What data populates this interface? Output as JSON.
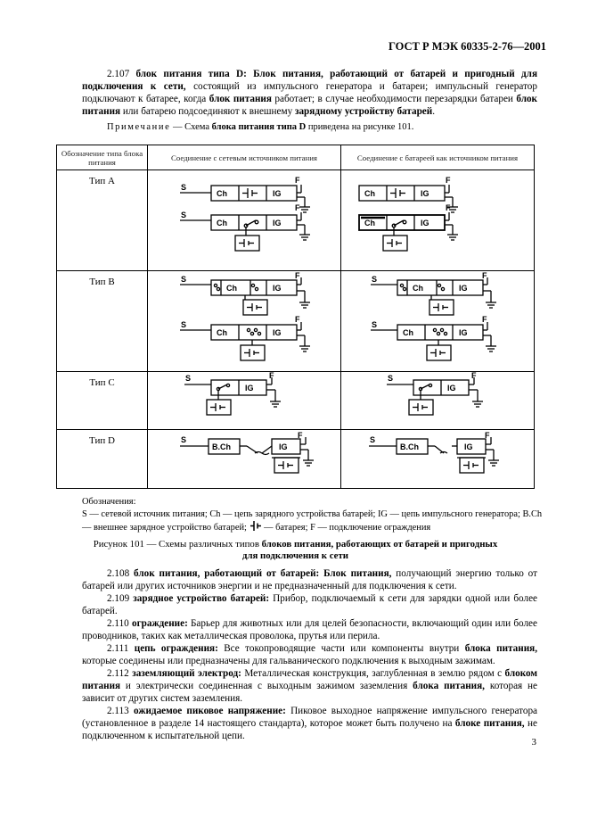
{
  "header": {
    "standard": "ГОСТ Р МЭК 60335-2-76—2001"
  },
  "p2107": {
    "num": "2.107",
    "term": "блок питания типа D:",
    "t1": " Блок питания, работающий от батарей и пригодный для подключения к сети,",
    "t2": " состоящий из импульсного генератора и батареи; импульсный генератор подключают к батарее, когда ",
    "b1": "блок питания",
    "t3": " работает; в случае необходимости перезарядки батареи ",
    "b2": "блок питания",
    "t4": " или батарею подсоединяют к внешнему ",
    "b3": "зарядному устройству батарей",
    "t5": "."
  },
  "note": {
    "label": "Примечание",
    "dash": " — Схема ",
    "bold": "блока питания типа D",
    "rest": " приведена на рисунке 101."
  },
  "table": {
    "col1": "Обозначение типа блока питания",
    "col2": "Соединение с сетевым источником питания",
    "col3": "Соединение с батареей как источником питания",
    "rows": [
      "Тип A",
      "Тип B",
      "Тип C",
      "Тип D"
    ],
    "labels": {
      "S": "S",
      "F": "F",
      "Ch": "Ch",
      "IG": "IG",
      "BCh": "B.Ch"
    }
  },
  "legend": {
    "title": "Обозначения:",
    "l1": "S — сетевой источник питания; Ch — цепь зарядного устройства батарей; IG — цепь импульсного генератора; B.Ch— внешнее зарядное устройство батарей;",
    "l2": " — батарея; F — подключение ограждения"
  },
  "caption": {
    "prefix": "Рисунок 101 — Схемы различных типов ",
    "bold1": "блоков питания, работающих от батарей и пригодных",
    "bold2": "для подключения к сети"
  },
  "p2108": {
    "num": "2.108",
    "term": "блок питания, работающий от батарей:",
    "bold": " Блок питания,",
    "rest": " получающий энергию только от батарей или других источников энергии и не предназначенный для подключения к сети."
  },
  "p2109": {
    "num": "2.109",
    "term": "зарядное устройство батарей:",
    "rest": " Прибор, подключаемый к сети для зарядки одной или более батарей."
  },
  "p2110": {
    "num": "2.110",
    "term": "ограждение:",
    "rest": " Барьер для животных или для целей безопасности, включающий один или более проводников, таких как металлическая проволока, прутья или перила."
  },
  "p2111": {
    "num": "2.111",
    "term": "цепь ограждения:",
    "r1": " Все токопроводящие части или компоненты внутри ",
    "b1": "блока питания,",
    "r2": " которые соединены или предназначены для гальванического подключения к выходным зажимам."
  },
  "p2112": {
    "num": "2.112",
    "term": "заземляющий электрод:",
    "r1": " Металлическая конструкция, заглубленная в землю рядом с ",
    "b1": "блоком питания",
    "r2": " и электрически соединенная с выходным зажимом заземления ",
    "b2": "блока питания,",
    "r3": " которая не зависит от других систем заземления."
  },
  "p2113": {
    "num": "2.113",
    "term": "ожидаемое пиковое напряжение:",
    "r1": " Пиковое выходное напряжение импульсного генератора (установленное в разделе 14 настоящего стандарта), которое может быть получено на ",
    "b1": "блоке питания,",
    "r2": " не подключенном к испытательной цепи."
  },
  "page_number": "3"
}
